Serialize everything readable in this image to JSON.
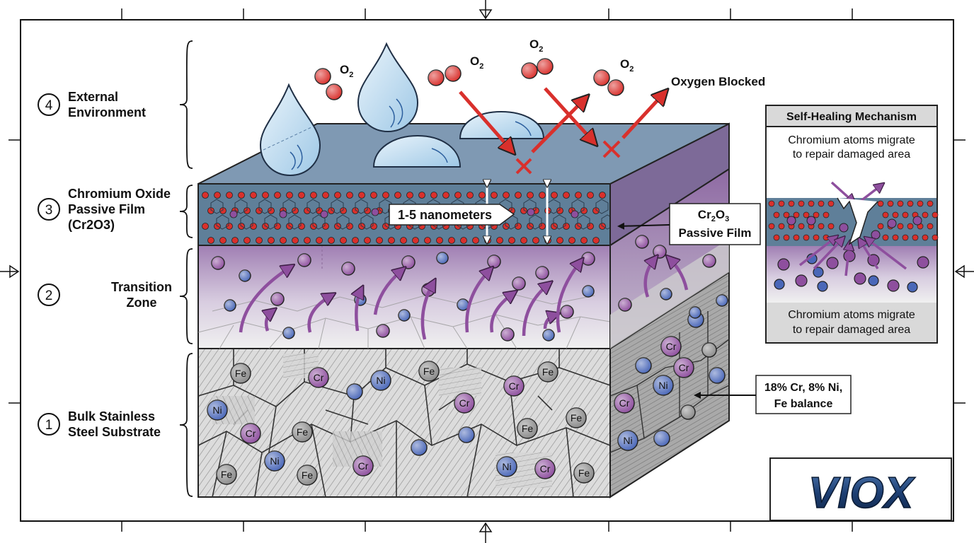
{
  "layers": [
    {
      "number": "4",
      "lines": [
        "External",
        "Environment"
      ]
    },
    {
      "number": "3",
      "lines": [
        "Chromium Oxide",
        "Passive Film",
        "(Cr2O3)"
      ]
    },
    {
      "number": "2",
      "lines": [
        "Transition",
        "Zone"
      ]
    },
    {
      "number": "1",
      "lines": [
        "Bulk Stainless",
        "Steel Substrate"
      ]
    }
  ],
  "callouts": {
    "thickness": "1-5 nanometers",
    "film_formula": "Cr2O3",
    "film_name": "Passive Film",
    "oxygen_blocked": "Oxygen Blocked",
    "composition_line1": "18% Cr, 8% Ni,",
    "composition_line2": "Fe balance"
  },
  "molecules": {
    "oxygen": "O2"
  },
  "atoms": {
    "fe": "Fe",
    "cr": "Cr",
    "ni": "Ni"
  },
  "inset": {
    "title": "Self-Healing Mechanism",
    "top_text": [
      "Chromium atoms migrate",
      "to repair damaged area"
    ],
    "bottom_text": [
      "Chromium atoms migrate",
      "to repair damaged area"
    ]
  },
  "logo": "VIOX",
  "colors": {
    "film": "#5f7f99",
    "top_surface": "#7f99b3",
    "transition": "#a88bb8",
    "chromium": "#8e4f9e",
    "nickel": "#4a67b8",
    "iron": "#8a8a8a",
    "oxygen": "#d9302c",
    "arrow_red": "#d9302c",
    "logo_blue": "#1d3f73"
  }
}
